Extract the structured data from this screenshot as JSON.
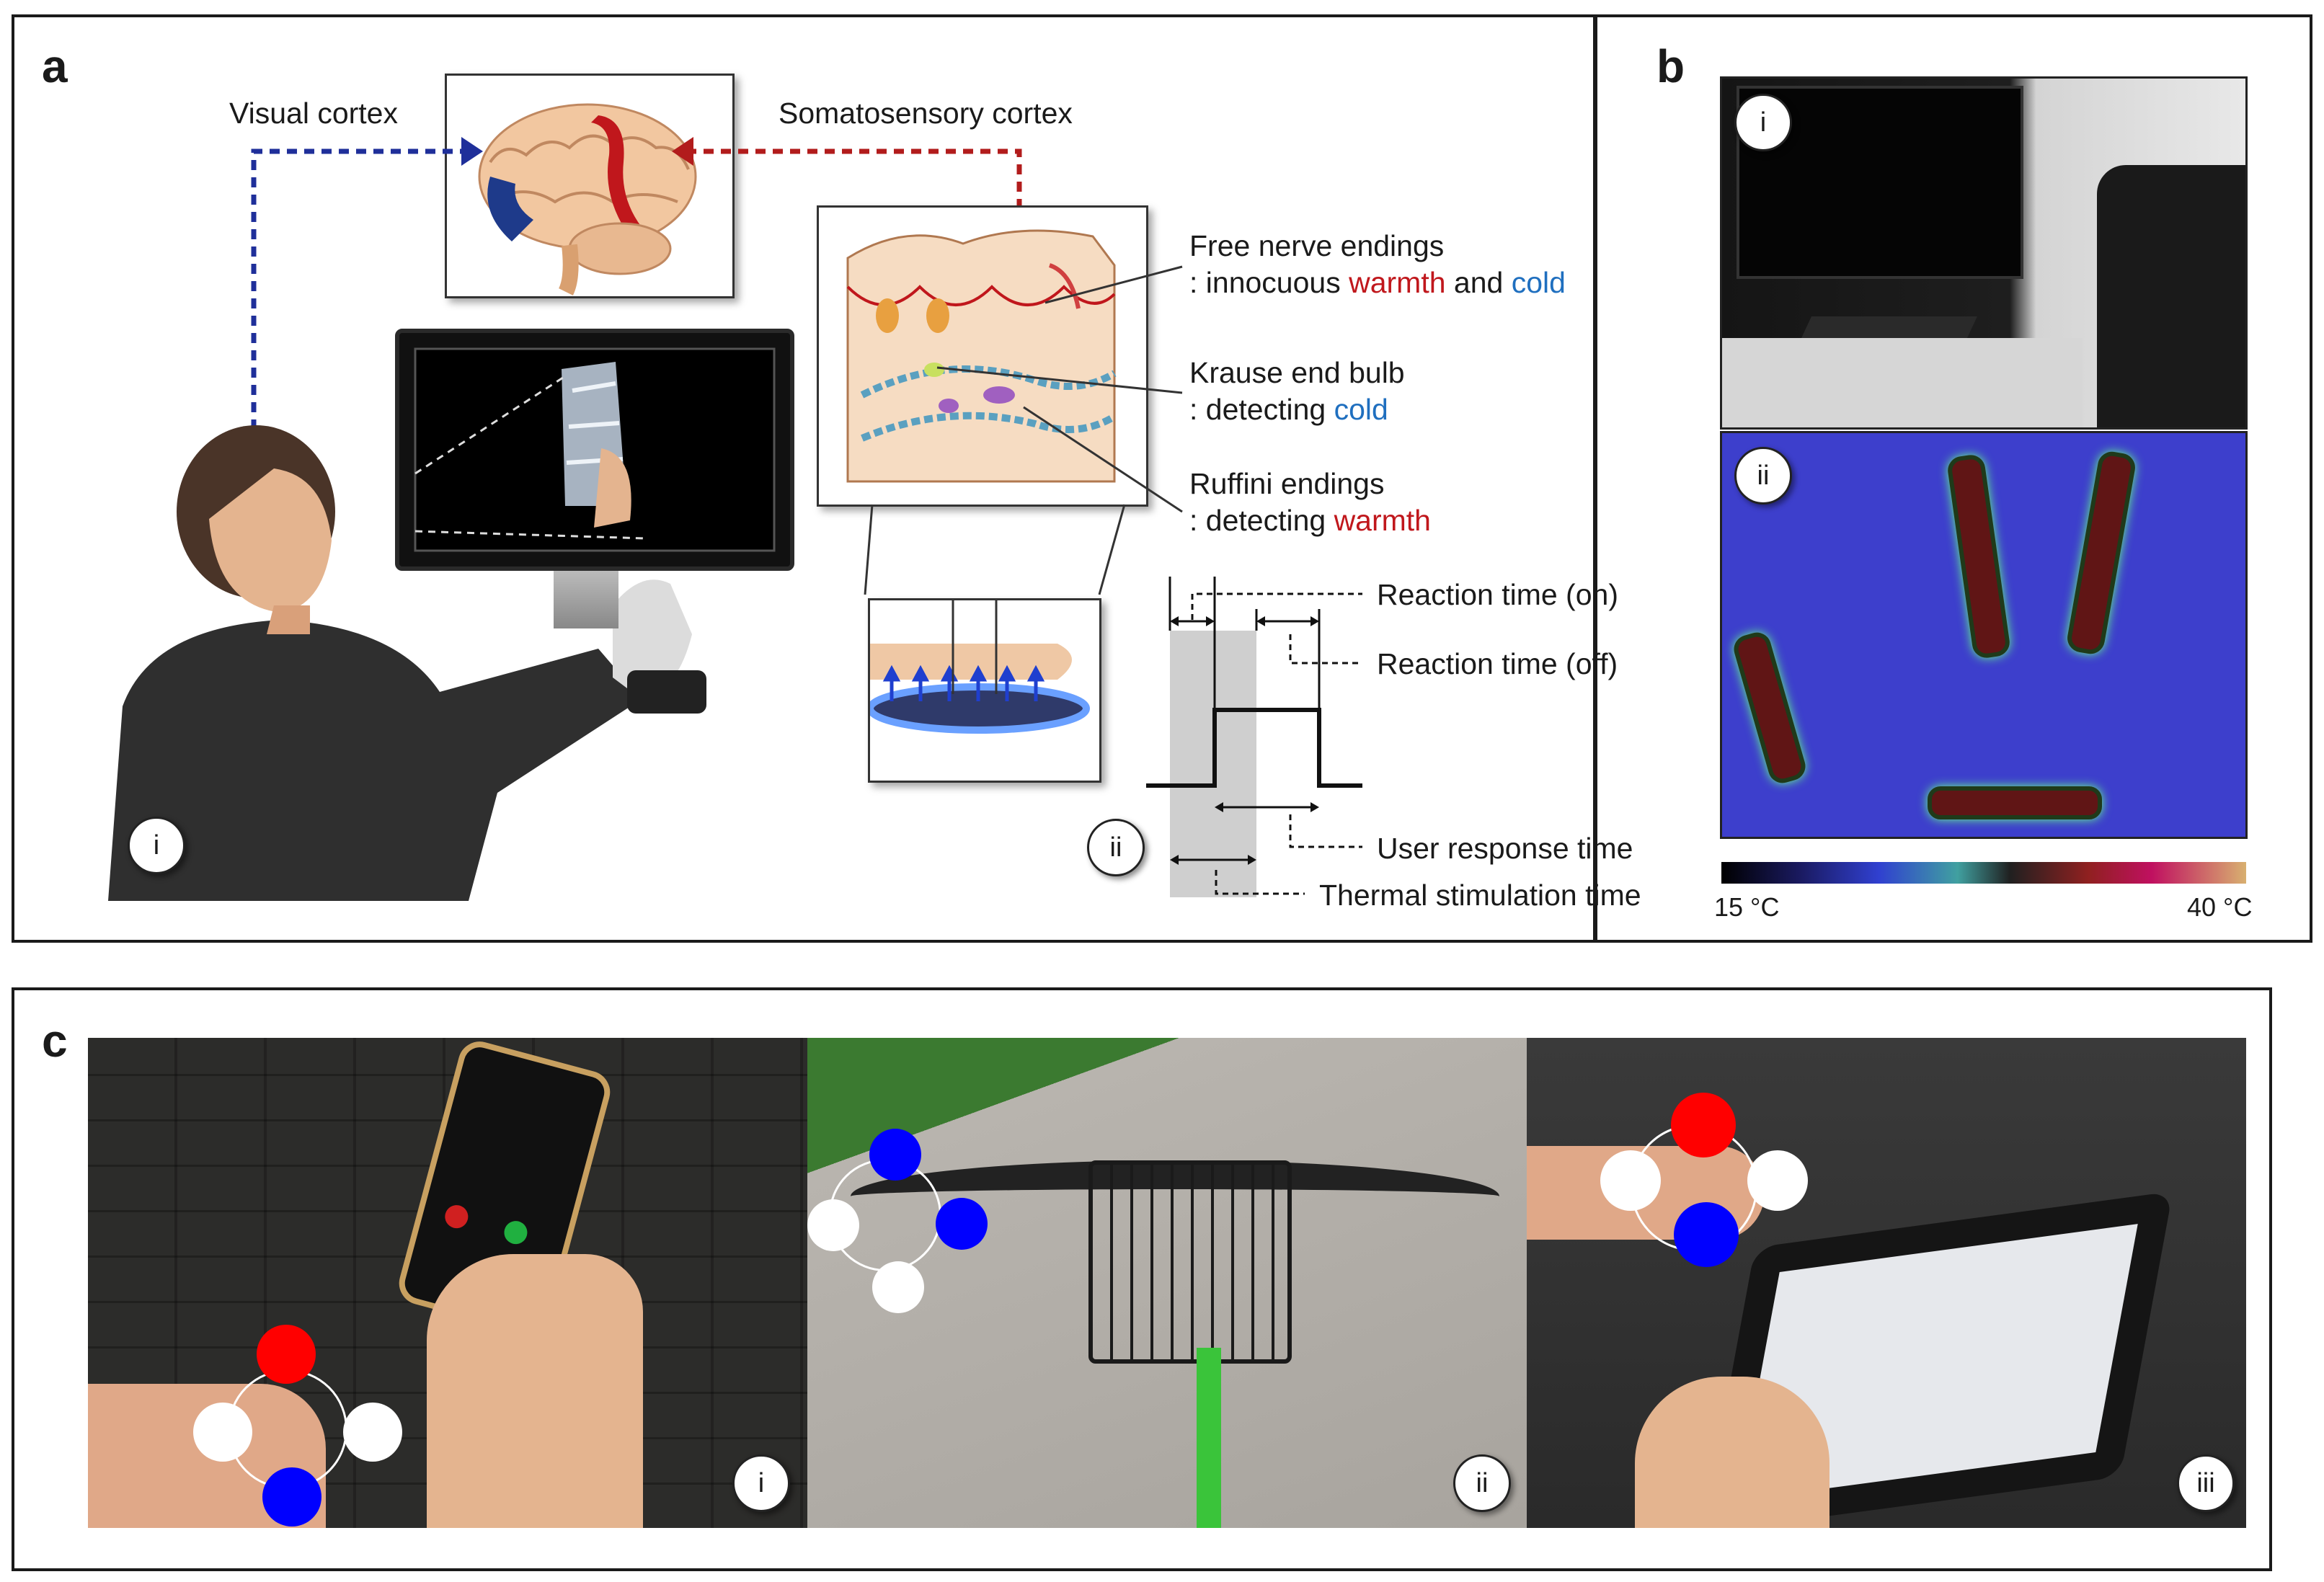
{
  "panels": {
    "a": {
      "label": "a",
      "visual_cortex": "Visual cortex",
      "somatosensory_cortex": "Somatosensory cortex",
      "free_nerve_title": "Free nerve endings",
      "free_nerve_prefix": ": innocuous ",
      "free_nerve_warm": "warmth",
      "free_nerve_and": " and ",
      "free_nerve_cold": "cold",
      "krause_title": "Krause end bulb",
      "krause_prefix": ": detecting ",
      "krause_cold": "cold",
      "ruffini_title": "Ruffini endings",
      "ruffini_prefix": ": detecting ",
      "ruffini_warm": "warmth",
      "reaction_on": "Reaction time (on)",
      "reaction_off": "Reaction time (off)",
      "user_response": "User response time",
      "thermal_stim": "Thermal stimulation time",
      "sub_i": "i",
      "sub_ii": "ii"
    },
    "b": {
      "label": "b",
      "sub_i": "i",
      "sub_ii": "ii",
      "scale_min": "15 °C",
      "scale_max": "40 °C"
    },
    "c": {
      "label": "c",
      "sub_i": "i",
      "sub_ii": "ii",
      "sub_iii": "iii"
    }
  },
  "colors": {
    "warm_text": "#c0171c",
    "cold_text": "#1f6fbf",
    "visual_path": "#1f2f9a",
    "somato_path": "#b21c1c",
    "hot_dot": "#ff0000",
    "cold_dot": "#0000ff"
  }
}
